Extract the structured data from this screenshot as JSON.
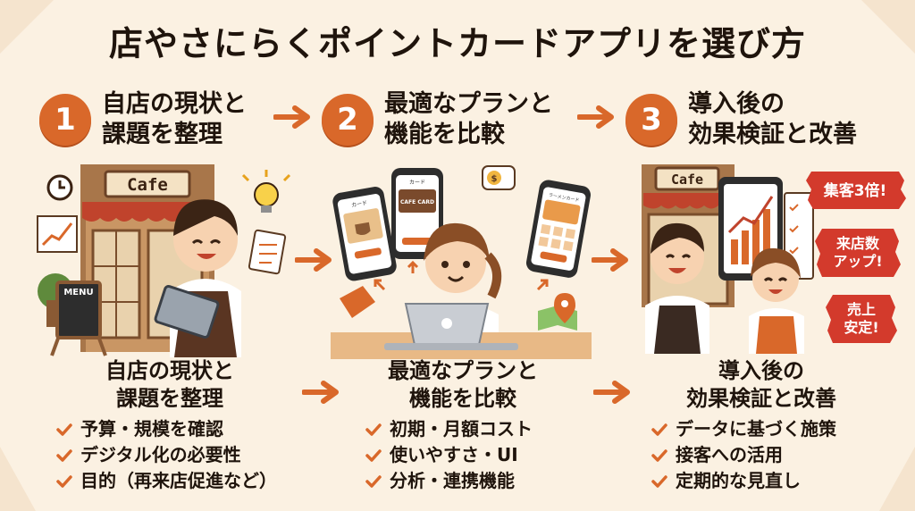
{
  "title": "店やさにらくポイントカードアプリを選び方",
  "colors": {
    "accent": "#d9682a",
    "background": "#fbf1e2",
    "badge": "#d33a2c"
  },
  "steps": [
    {
      "number": "1",
      "head_line1": "自店の現状と",
      "head_line2": "課題を整理",
      "sub_line1": "自店の現状と",
      "sub_line2": "課題を整理",
      "items": [
        "予算・規模を確認",
        "デジタル化の必要性",
        "目的（再来店促進など）"
      ]
    },
    {
      "number": "2",
      "head_line1": "最適なプランと",
      "head_line2": "機能を比較",
      "sub_line1": "最適なプランと",
      "sub_line2": "機能を比較",
      "items": [
        "初期・月額コスト",
        "使いやすさ・UI",
        "分析・連携機能"
      ]
    },
    {
      "number": "3",
      "head_line1": "導入後の",
      "head_line2": "効果検証と改善",
      "sub_line1": "導入後の",
      "sub_line2": "効果検証と改善",
      "items": [
        "データに基づく施策",
        "接客への活用",
        "定期的な見直し"
      ]
    }
  ],
  "illustration": {
    "cafe_sign": "Cafe",
    "menu_board": "MENU",
    "phone1_header": "カード",
    "phone2_header": "カード",
    "phone2_card": "CAFE CARD",
    "phone3_header": "ラーメンカード",
    "price_icon": "$"
  },
  "badges": {
    "b1": "集客3倍!",
    "b2_line1": "来店数",
    "b2_line2": "アップ!",
    "b3_line1": "売上",
    "b3_line2": "安定!"
  },
  "icons": {
    "check": "check-icon",
    "arrow": "arrow-right-icon",
    "bulb": "lightbulb-icon",
    "clock": "clock-icon",
    "pin": "map-pin-icon",
    "tag": "price-tag-icon"
  }
}
